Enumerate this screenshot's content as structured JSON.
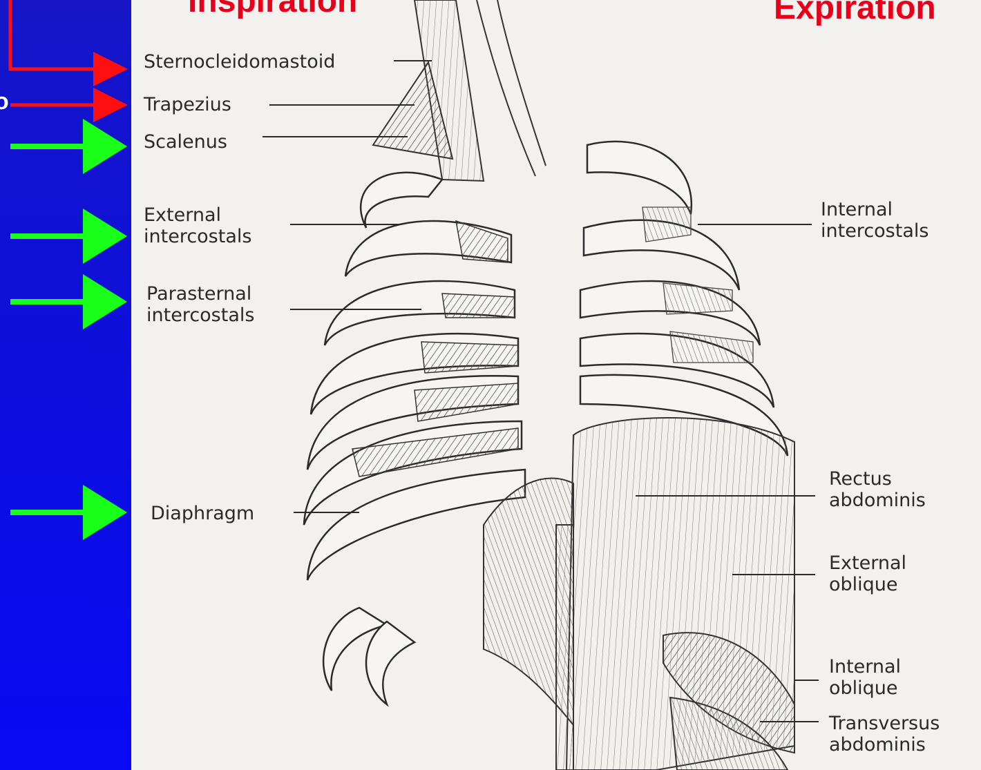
{
  "headers": {
    "inspiration": "Inspiration",
    "expiration": "Expiration"
  },
  "side_fragment": "o",
  "left_labels": {
    "sternocleidomastoid": "Sternocleidomastoid",
    "trapezius": "Trapezius",
    "scalenus": "Scalenus",
    "external_intercostals": "External\nintercostals",
    "parasternal_intercostals": "Parasternal\nintercostals",
    "diaphragm": "Diaphragm"
  },
  "right_labels": {
    "internal_intercostals": "Internal\nintercostals",
    "rectus_abdominis": "Rectus\nabdominis",
    "external_oblique": "External\noblique",
    "internal_oblique": "Internal\noblique",
    "transversus_abdominis": "Transversus\nabdominis"
  },
  "colors": {
    "sidebar_blue": "#1212e0",
    "header_red": "#e8001a",
    "arrow_red": "#ff1010",
    "arrow_green": "#1aff1a",
    "ink": "#2a2a2a"
  },
  "arrows": [
    {
      "target": "Sternocleidomastoid",
      "color": "red"
    },
    {
      "target": "Trapezius",
      "color": "red"
    },
    {
      "target": "Scalenus",
      "color": "green"
    },
    {
      "target": "External intercostals",
      "color": "green"
    },
    {
      "target": "Parasternal intercostals",
      "color": "green"
    },
    {
      "target": "Diaphragm",
      "color": "green"
    }
  ]
}
